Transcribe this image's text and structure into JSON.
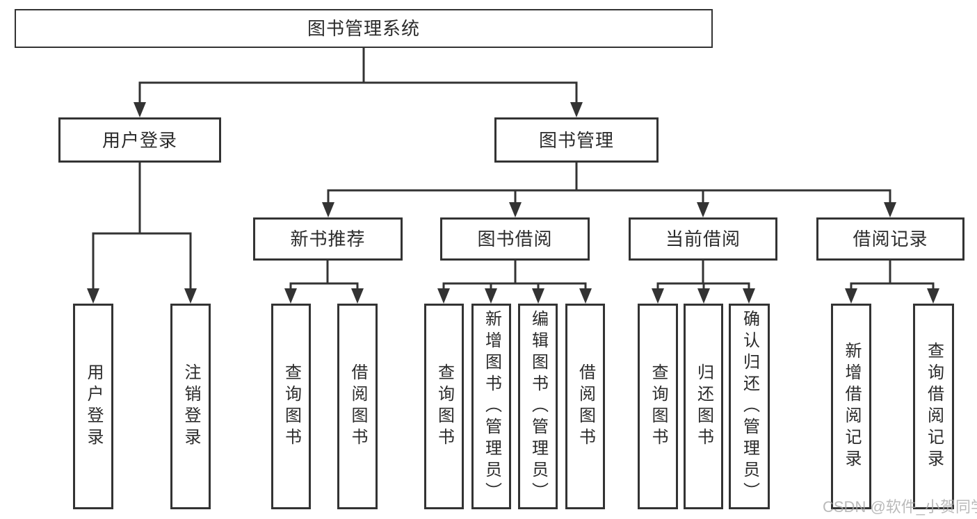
{
  "diagram": {
    "root": {
      "label": "图书管理系统"
    },
    "level2": [
      {
        "label": "用户登录"
      },
      {
        "label": "图书管理"
      }
    ],
    "level3": [
      {
        "label": "新书推荐"
      },
      {
        "label": "图书借阅"
      },
      {
        "label": "当前借阅"
      },
      {
        "label": "借阅记录"
      }
    ],
    "leaf_groups": [
      {
        "parent": "用户登录",
        "items": [
          {
            "label": "用户登录"
          },
          {
            "label": "注销登录"
          }
        ]
      },
      {
        "parent": "新书推荐",
        "items": [
          {
            "label": "查询图书"
          },
          {
            "label": "借阅图书"
          }
        ]
      },
      {
        "parent": "图书借阅",
        "items": [
          {
            "label": "查询图书"
          },
          {
            "label": "新增图书（管理员）"
          },
          {
            "label": "编辑图书（管理员）"
          },
          {
            "label": "借阅图书"
          }
        ]
      },
      {
        "parent": "当前借阅",
        "items": [
          {
            "label": "查询图书"
          },
          {
            "label": "归还图书"
          },
          {
            "label": "确认归还（管理员）"
          }
        ]
      },
      {
        "parent": "借阅记录",
        "items": [
          {
            "label": "新增借阅记录"
          },
          {
            "label": "查询借阅记录"
          }
        ]
      }
    ]
  },
  "watermark": "CSDN @软件_小贺同学",
  "colors": {
    "line": "#333333",
    "text": "#2b2b2b",
    "watermark": "#a9a9a9",
    "background": "#ffffff"
  }
}
